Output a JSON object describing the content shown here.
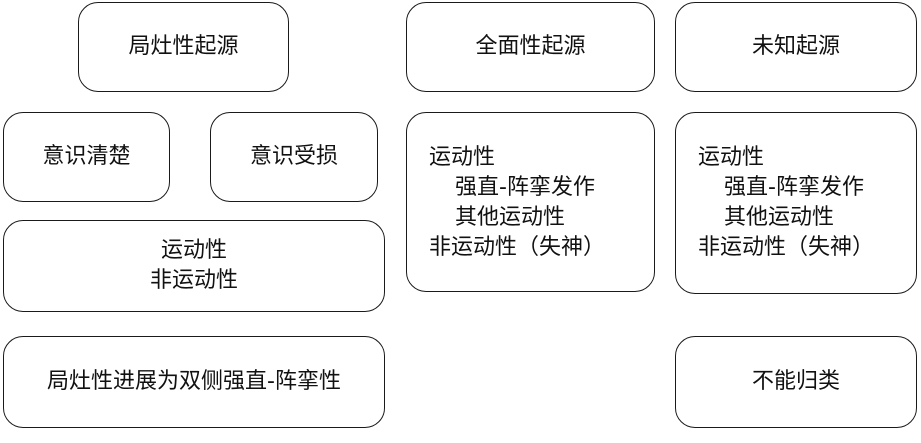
{
  "onset": {
    "focal": "局灶性起源",
    "generalized": "全面性起源",
    "unknown": "未知起源"
  },
  "focal": {
    "aware": "意识清楚",
    "impaired": "意识受损",
    "types": [
      "运动性",
      "非运动性"
    ],
    "bilateral": "局灶性进展为双侧强直-阵挛性"
  },
  "generalized": {
    "motor": "运动性",
    "motor_subtypes": [
      "强直-阵挛发作",
      "其他运动性"
    ],
    "nonmotor": "非运动性（失神）"
  },
  "unknown": {
    "motor": "运动性",
    "motor_subtypes": [
      "强直-阵挛发作",
      "其他运动性"
    ],
    "nonmotor": "非运动性（失神）",
    "unclassified": "不能归类"
  }
}
